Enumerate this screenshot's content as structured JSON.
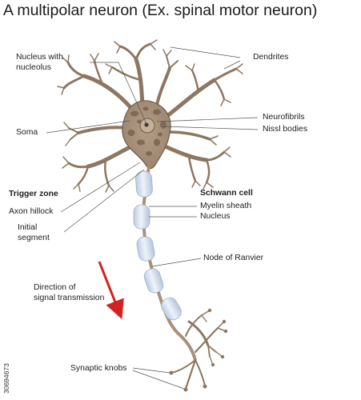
{
  "title": "A multipolar neuron (Ex. spinal motor neuron)",
  "labels": {
    "nucleus_line1": "Nucleus with",
    "nucleus_line2": "nucleolus",
    "dendrites": "Dendrites",
    "neurofibrils": "Neurofibrils",
    "nissl": "Nissl bodies",
    "soma": "Soma",
    "trigger_zone": "Trigger zone",
    "axon_hillock": "Axon hillock",
    "initial_line1": "Initial",
    "initial_line2": "segment",
    "schwann": "Schwann cell",
    "myelin": "Myelin sheath",
    "schwann_nucleus": "Nucleus",
    "node": "Node of Ranvier",
    "direction_line1": "Direction of",
    "direction_line2": "signal transmission",
    "synaptic": "Synaptic knobs"
  },
  "stock_id": "30694673",
  "colors": {
    "cell_body": "#a08a73",
    "cell_outline": "#6e5a46",
    "myelin": "#d6e2f0",
    "arrow": "#d32222",
    "leader": "#555555"
  }
}
